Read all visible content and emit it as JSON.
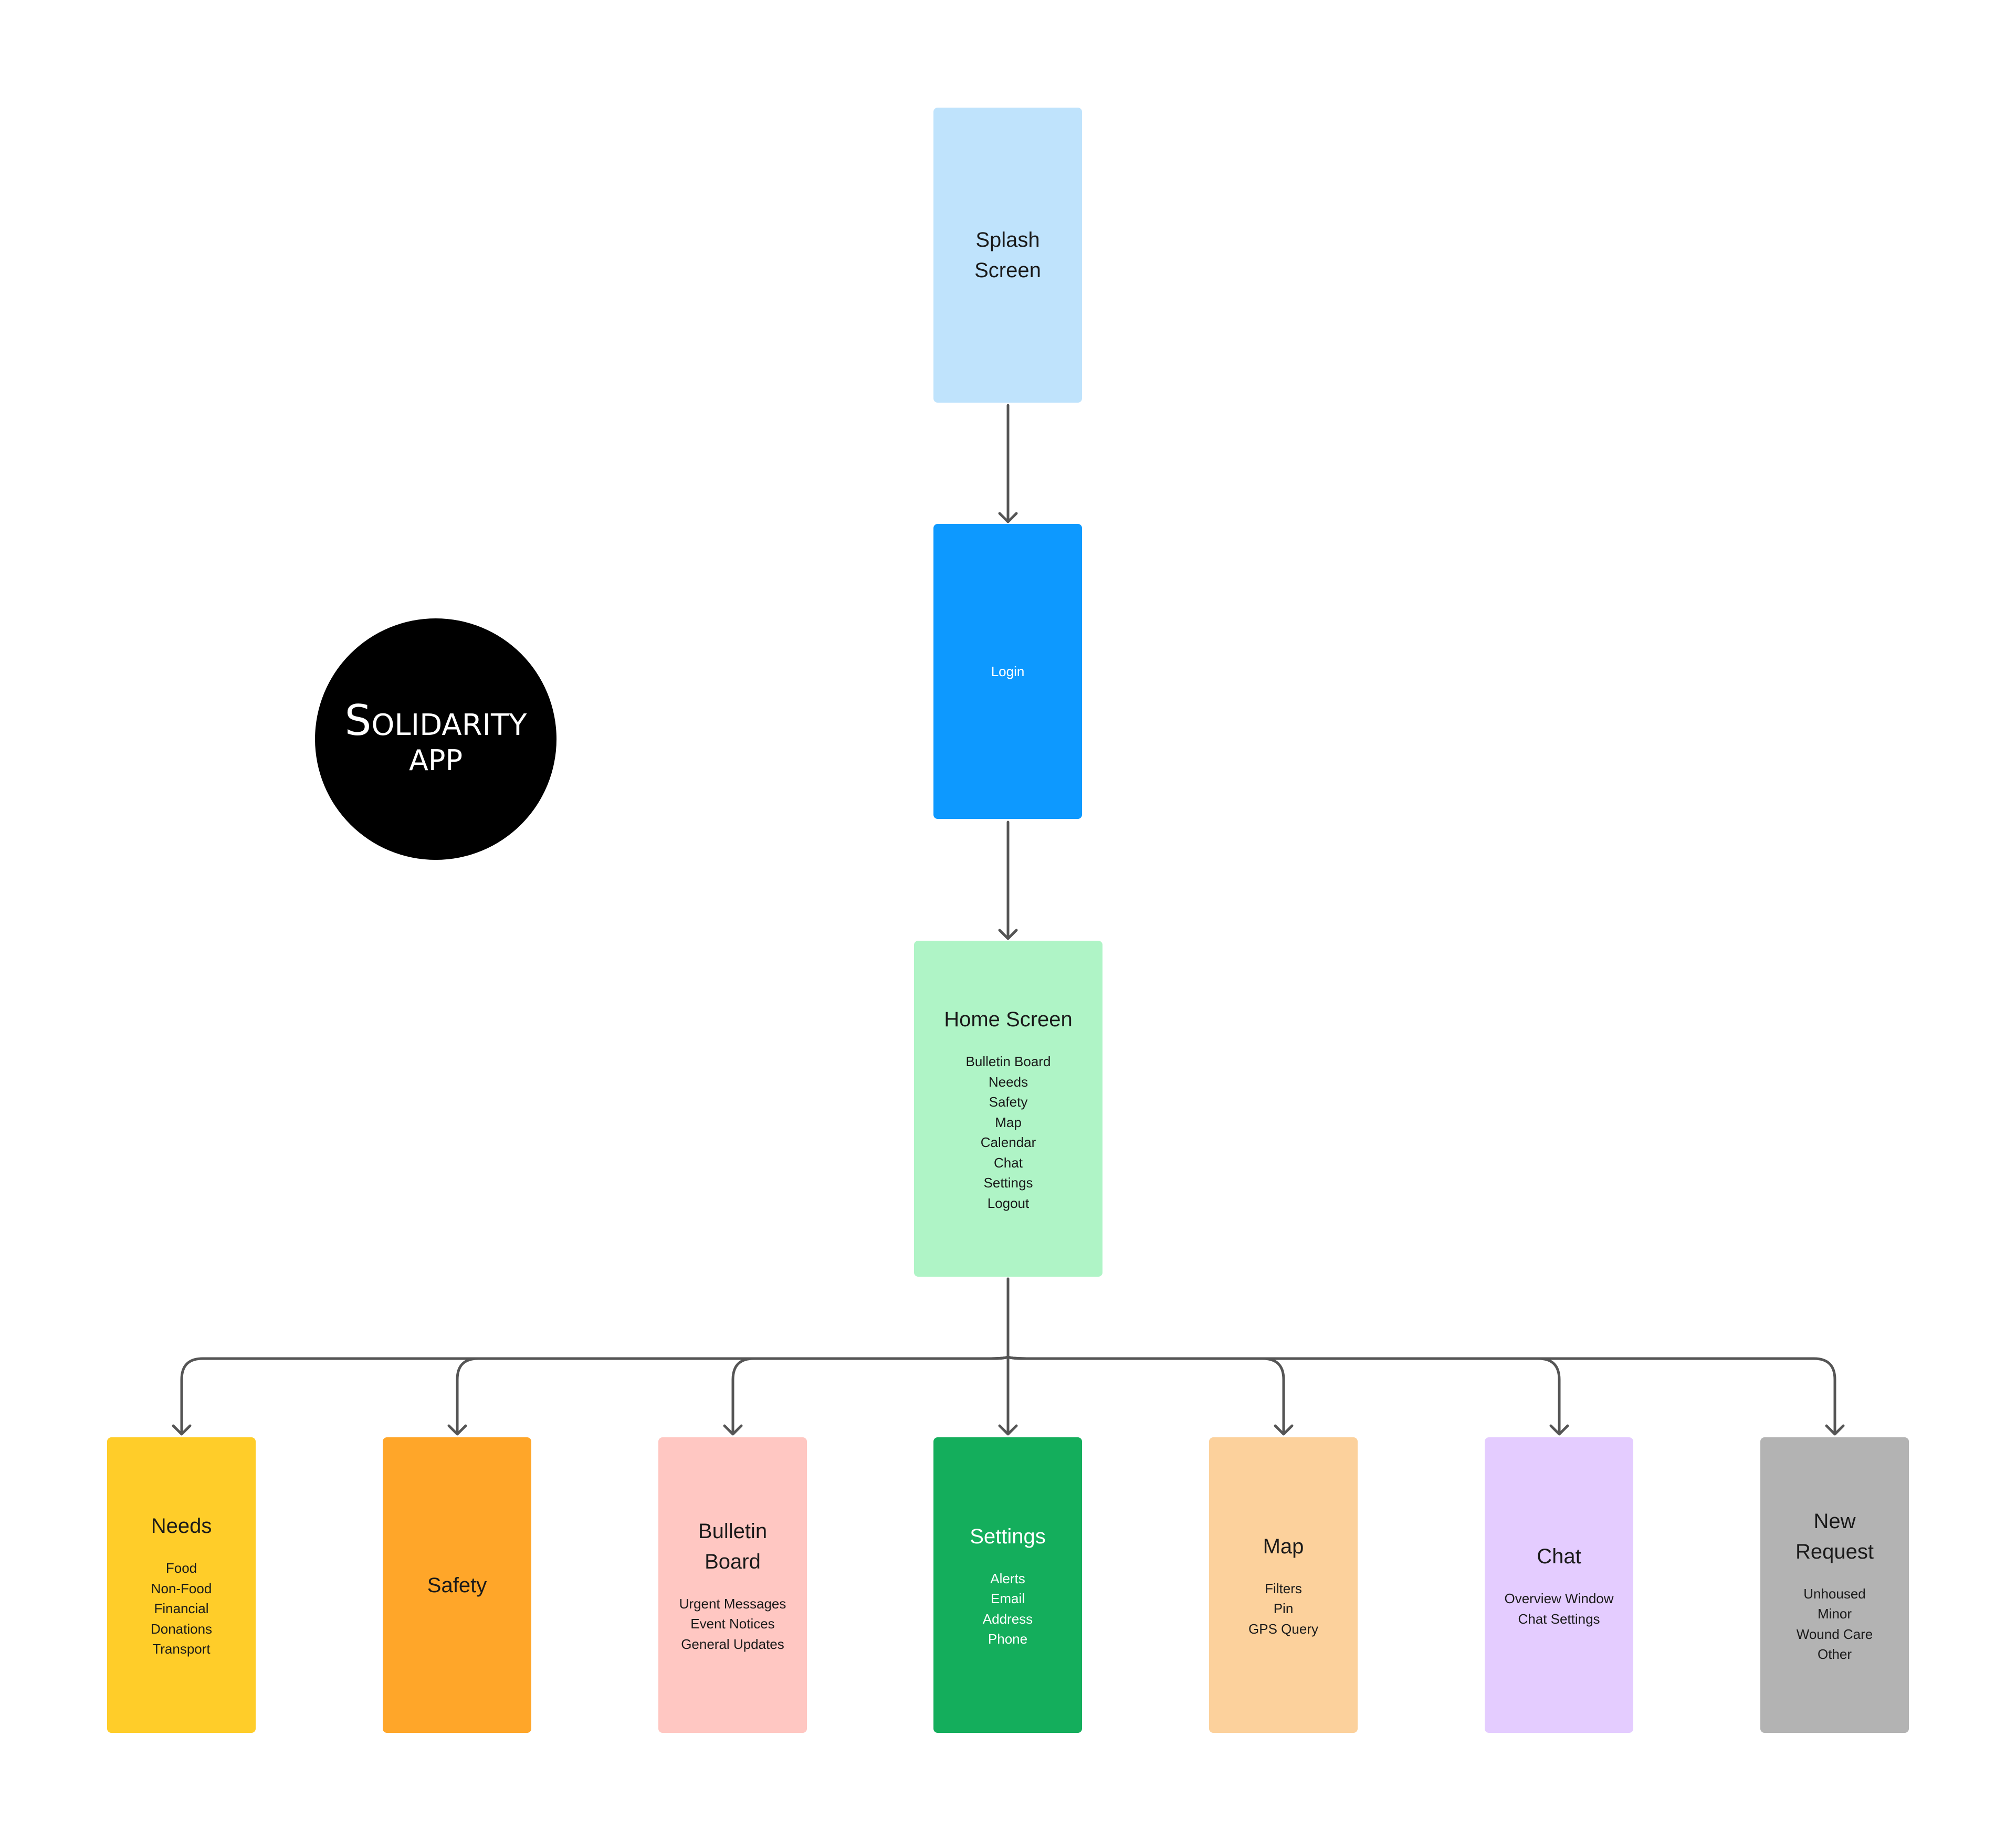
{
  "logo": {
    "line1": "Solidarity",
    "line2": "APP",
    "background": "#000000",
    "text_color": "#ffffff"
  },
  "nodes": {
    "splash": {
      "title": "Splash\nScreen",
      "items": "",
      "color": "#bfe3fc",
      "text_color": "#1a1a1a"
    },
    "login": {
      "title": "Login",
      "items": "",
      "color": "#0d99ff",
      "text_color": "#ffffff"
    },
    "home": {
      "title": "Home Screen",
      "items": "Bulletin Board\nNeeds\nSafety\nMap\nCalendar\nChat\nSettings\nLogout",
      "color": "#aff4c6",
      "text_color": "#1a1a1a"
    },
    "needs": {
      "title": "Needs",
      "items": "Food\nNon-Food\nFinancial\nDonations\nTransport",
      "color": "#ffcd29",
      "text_color": "#1a1a1a"
    },
    "safety": {
      "title": "Safety",
      "items": "",
      "color": "#ffa629",
      "text_color": "#1a1a1a"
    },
    "bulletin": {
      "title": "Bulletin\nBoard",
      "items": "Urgent Messages\nEvent Notices\nGeneral Updates",
      "color": "#ffc7c2",
      "text_color": "#1a1a1a"
    },
    "settings": {
      "title": "Settings",
      "items": "Alerts\nEmail\nAddress\nPhone",
      "color": "#14ae5c",
      "text_color": "#ffffff"
    },
    "map": {
      "title": "Map",
      "items": "Filters\nPin\nGPS Query",
      "color": "#fcd19c",
      "text_color": "#1a1a1a"
    },
    "chat": {
      "title": "Chat",
      "items": "Overview Window\nChat Settings",
      "color": "#e4ccff",
      "text_color": "#1a1a1a"
    },
    "new_request": {
      "title": "New\nRequest",
      "items": "Unhoused\nMinor\nWound Care\nOther",
      "color": "#b3b3b3",
      "text_color": "#1a1a1a"
    }
  },
  "connector_color": "#555555"
}
